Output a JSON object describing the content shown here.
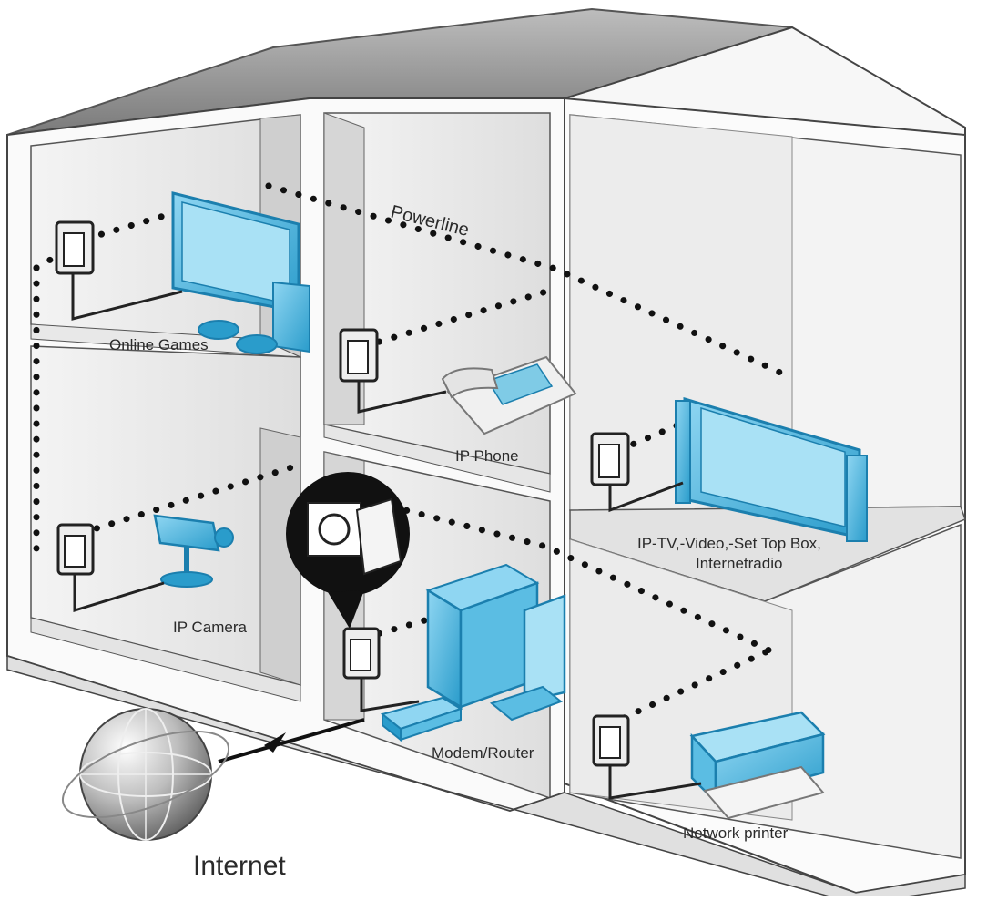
{
  "labels": {
    "powerline": "Powerline",
    "online_games": "Online Games",
    "ip_phone": "IP Phone",
    "ip_tv_line1": "IP-TV,-Video,-Set Top Box,",
    "ip_tv_line2": "Internetradio",
    "ip_camera": "IP Camera",
    "modem_router": "Modem/Router",
    "network_printer": "Network printer",
    "internet": "Internet"
  },
  "colors": {
    "device_blue": "#3aaed8",
    "device_blue_dark": "#1b7fae",
    "wall_light": "#f2f2f2",
    "wall_mid": "#dcdcdc",
    "roof": "#9a9a9a",
    "dots": "#111111"
  },
  "icons": [
    "globe-icon",
    "monitor-icon",
    "gamepad-icon",
    "phone-icon",
    "tv-icon",
    "camera-icon",
    "computer-icon",
    "router-icon",
    "printer-icon",
    "powerline-adapter-icon",
    "wall-socket-icon"
  ]
}
